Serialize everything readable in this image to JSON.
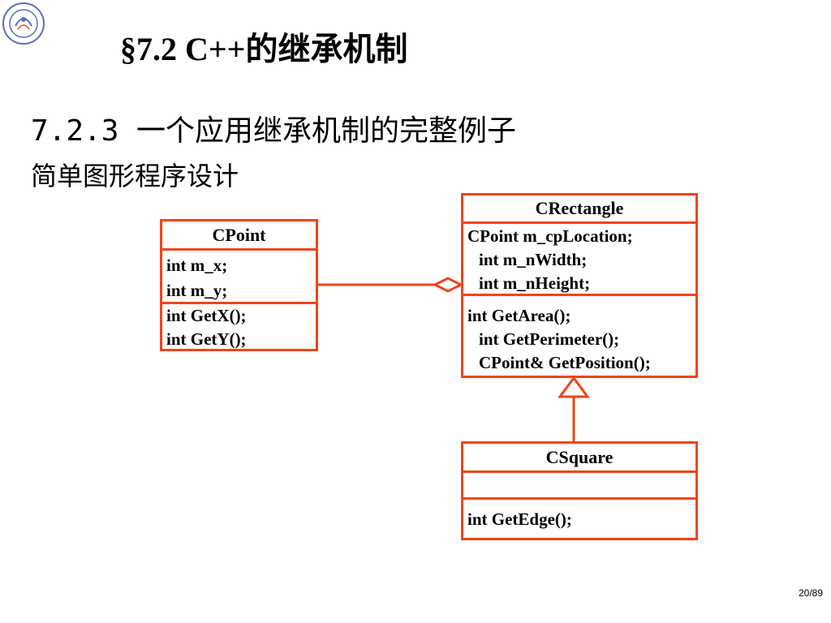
{
  "slide": {
    "title": "§7.2 C++的继承机制",
    "subtitle": "7.2.3 一个应用继承机制的完整例子",
    "subtitle2": "简单图形程序设计",
    "page_number": "20/89"
  },
  "diagram": {
    "cpoint": {
      "name": "CPoint",
      "attributes": [
        "int m_x;",
        "int m_y;"
      ],
      "methods": [
        "int GetX();",
        "int GetY();"
      ]
    },
    "crectangle": {
      "name": "CRectangle",
      "attributes": [
        "CPoint m_cpLocation;",
        "int m_nWidth;",
        "int m_nHeight;"
      ],
      "methods": [
        "int GetArea();",
        "int GetPerimeter();",
        "CPoint& GetPosition();"
      ]
    },
    "csquare": {
      "name": "CSquare",
      "attributes": [],
      "methods": [
        "int GetEdge();"
      ]
    },
    "relations": [
      {
        "type": "aggregation",
        "from": "CPoint",
        "to": "CRectangle"
      },
      {
        "type": "inheritance",
        "from": "CSquare",
        "to": "CRectangle"
      }
    ],
    "colors": {
      "border": "#f0441a",
      "logo": "#5a6fb8"
    }
  }
}
